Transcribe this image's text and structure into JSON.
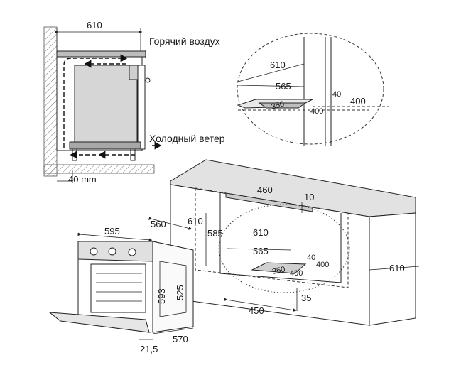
{
  "labels": {
    "hot_air": "Горячий воздух",
    "cold_air": "Холодный ветер",
    "gap": "40 mm"
  },
  "side_view": {
    "depth": "610"
  },
  "detail_top": {
    "d610": "610",
    "d565": "565",
    "d40": "40",
    "d400": "400",
    "d350": "350",
    "d400b": "400"
  },
  "cabinet": {
    "d460": "460",
    "d10": "10",
    "d610": "610",
    "d585": "585",
    "d610i": "610",
    "d565": "565",
    "d40": "40",
    "d400": "400",
    "d350": "350",
    "d400b": "400",
    "d35": "35",
    "d450": "450",
    "d610r": "610"
  },
  "oven": {
    "d595": "595",
    "d560": "560",
    "d593": "593",
    "d525": "525",
    "d215": "21,5",
    "d570": "570"
  },
  "colors": {
    "line": "#222222",
    "panel_fill": "#d6d6d6",
    "counter_fill": "#e2e2e2",
    "hatch": "#888888"
  }
}
